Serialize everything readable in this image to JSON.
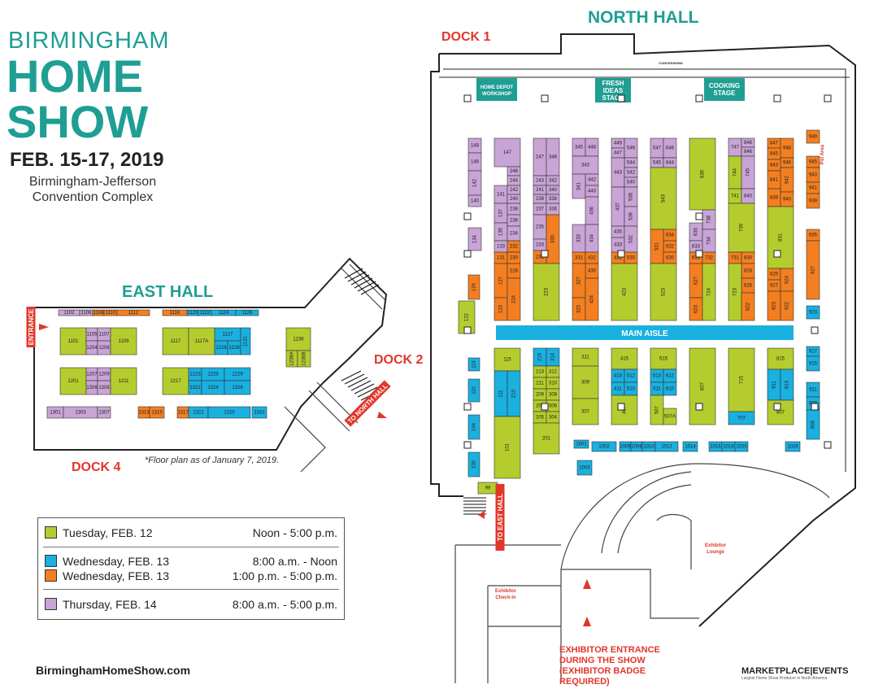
{
  "logo": {
    "line1": "BIRMINGHAM",
    "line2": "HOME",
    "line3": "SHOW"
  },
  "dates": "FEB. 15-17, 2019",
  "venue": {
    "line1": "Birmingham-Jefferson",
    "line2": "Convention Complex"
  },
  "website": "BirminghamHomeShow.com",
  "note": "*Floor plan as of January 7, 2019.",
  "halls": {
    "north": "NORTH HALL",
    "east": "EAST HALL"
  },
  "docks": {
    "d1": "DOCK 1",
    "d2": "DOCK 2",
    "d4": "DOCK 4"
  },
  "labels": {
    "entrance": "ENTRANCE",
    "to_north": "TO NORTH HALL",
    "to_east": "TO EAST HALL",
    "main_aisle": "MAIN AISLE",
    "home_depot": [
      "HOME DEPOT",
      "WORKSHOP"
    ],
    "fresh": [
      "FRESH",
      "IDEAS",
      "STAGE"
    ],
    "cooking": [
      "COOKING",
      "STAGE"
    ],
    "concessions": "CONCESSIONS",
    "pet_area": "Pet Area",
    "exhibitor_lounge": [
      "Exhibitor",
      "Lounge"
    ],
    "check_in": [
      "Exhibitor",
      "Check-in"
    ],
    "exhibitor_entrance": [
      "EXHIBITOR ENTRANCE",
      "DURING THE SHOW",
      "(EXHIBITOR BADGE",
      "REQUIRED)"
    ]
  },
  "legend": [
    {
      "color": "#b5cc2e",
      "day": "Tuesday, FEB. 12",
      "time": "Noon - 5:00 p.m."
    },
    {
      "color": "#1ab0e0",
      "day": "Wednesday, FEB. 13",
      "time": "8:00 a.m. - Noon"
    },
    {
      "color": "#f47f20",
      "day": "Wednesday, FEB. 13",
      "time": "1:00 p.m. - 5:00 p.m."
    },
    {
      "color": "#c9a4d6",
      "day": "Thursday, FEB. 14",
      "time": "8:00 a.m. - 5:00 p.m."
    }
  ],
  "marketplace": {
    "name": "MARKETPLACE|EVENTS",
    "tag": "Largest Home Show Producer in North America"
  },
  "colors": {
    "green": "#b5cc2e",
    "blue": "#1ab0e0",
    "orange": "#f47f20",
    "purple": "#c9a4d6",
    "teal": "#1f9e94",
    "red": "#e2362a"
  },
  "booths": [
    {
      "n": "1102",
      "c": "purple"
    },
    {
      "n": "1106",
      "c": "purple"
    },
    {
      "n": "1108",
      "c": "orange"
    },
    {
      "n": "1110",
      "c": "orange"
    },
    {
      "n": "1112",
      "c": "orange"
    },
    {
      "n": "1116",
      "c": "orange"
    },
    {
      "n": "1120",
      "c": "blue"
    },
    {
      "n": "1122",
      "c": "blue"
    },
    {
      "n": "1124",
      "c": "blue"
    },
    {
      "n": "1126",
      "c": "blue"
    },
    {
      "n": "1101",
      "c": "green"
    },
    {
      "n": "1105",
      "c": "purple"
    },
    {
      "n": "1107",
      "c": "purple"
    },
    {
      "n": "1204",
      "c": "purple"
    },
    {
      "n": "1206",
      "c": "purple"
    },
    {
      "n": "1109",
      "c": "green"
    },
    {
      "n": "1117",
      "c": "green"
    },
    {
      "n": "1117A",
      "c": "green"
    },
    {
      "n": "1127",
      "c": "blue"
    },
    {
      "n": "1226",
      "c": "blue"
    },
    {
      "n": "1228",
      "c": "blue"
    },
    {
      "n": "1131",
      "c": "blue"
    },
    {
      "n": "1236",
      "c": "green"
    },
    {
      "n": "1236A",
      "c": "green"
    },
    {
      "n": "1236B",
      "c": "green"
    },
    {
      "n": "1201",
      "c": "green"
    },
    {
      "n": "1207",
      "c": "purple"
    },
    {
      "n": "1209",
      "c": "purple"
    },
    {
      "n": "1306",
      "c": "purple"
    },
    {
      "n": "1308",
      "c": "purple"
    },
    {
      "n": "1211",
      "c": "green"
    },
    {
      "n": "1217",
      "c": "green"
    },
    {
      "n": "1223",
      "c": "blue"
    },
    {
      "n": "1225",
      "c": "blue"
    },
    {
      "n": "1229",
      "c": "blue"
    },
    {
      "n": "1322",
      "c": "blue"
    },
    {
      "n": "1324",
      "c": "blue"
    },
    {
      "n": "1328",
      "c": "blue"
    },
    {
      "n": "1301",
      "c": "purple"
    },
    {
      "n": "1303",
      "c": "purple"
    },
    {
      "n": "1307",
      "c": "purple"
    },
    {
      "n": "1313",
      "c": "orange"
    },
    {
      "n": "1315",
      "c": "orange"
    },
    {
      "n": "1317",
      "c": "orange"
    },
    {
      "n": "1321",
      "c": "blue"
    },
    {
      "n": "1325",
      "c": "blue"
    },
    {
      "n": "1331",
      "c": "blue"
    },
    {
      "n": "148",
      "c": "purple"
    },
    {
      "n": "146",
      "c": "purple"
    },
    {
      "n": "142",
      "c": "purple"
    },
    {
      "n": "140",
      "c": "purple"
    },
    {
      "n": "134",
      "c": "purple"
    },
    {
      "n": "124",
      "c": "orange"
    },
    {
      "n": "122",
      "c": "green"
    },
    {
      "n": "147",
      "c": "purple"
    },
    {
      "n": "246",
      "c": "purple"
    },
    {
      "n": "244",
      "c": "purple"
    },
    {
      "n": "141",
      "c": "purple"
    },
    {
      "n": "242",
      "c": "purple"
    },
    {
      "n": "240",
      "c": "purple"
    },
    {
      "n": "137",
      "c": "purple"
    },
    {
      "n": "238",
      "c": "purple"
    },
    {
      "n": "135",
      "c": "purple"
    },
    {
      "n": "236",
      "c": "purple"
    },
    {
      "n": "133",
      "c": "purple"
    },
    {
      "n": "234",
      "c": "purple"
    },
    {
      "n": "131",
      "c": "orange"
    },
    {
      "n": "232",
      "c": "orange"
    },
    {
      "n": "230",
      "c": "orange"
    },
    {
      "n": "127",
      "c": "orange"
    },
    {
      "n": "228",
      "c": "orange"
    },
    {
      "n": "123",
      "c": "orange"
    },
    {
      "n": "224",
      "c": "orange"
    },
    {
      "n": "247",
      "c": "purple"
    },
    {
      "n": "346",
      "c": "purple"
    },
    {
      "n": "243",
      "c": "purple"
    },
    {
      "n": "342",
      "c": "purple"
    },
    {
      "n": "241",
      "c": "purple"
    },
    {
      "n": "340",
      "c": "purple"
    },
    {
      "n": "239",
      "c": "purple"
    },
    {
      "n": "338",
      "c": "purple"
    },
    {
      "n": "237",
      "c": "purple"
    },
    {
      "n": "336",
      "c": "purple"
    },
    {
      "n": "235",
      "c": "purple"
    },
    {
      "n": "233",
      "c": "purple"
    },
    {
      "n": "231",
      "c": "orange"
    },
    {
      "n": "330",
      "c": "orange"
    },
    {
      "n": "223",
      "c": "green"
    },
    {
      "n": "345",
      "c": "purple"
    },
    {
      "n": "448",
      "c": "purple"
    },
    {
      "n": "343",
      "c": "purple"
    },
    {
      "n": "442",
      "c": "purple"
    },
    {
      "n": "341",
      "c": "purple"
    },
    {
      "n": "440",
      "c": "purple"
    },
    {
      "n": "436",
      "c": "purple"
    },
    {
      "n": "333",
      "c": "purple"
    },
    {
      "n": "434",
      "c": "purple"
    },
    {
      "n": "331",
      "c": "orange"
    },
    {
      "n": "432",
      "c": "orange"
    },
    {
      "n": "430",
      "c": "orange"
    },
    {
      "n": "327",
      "c": "orange"
    },
    {
      "n": "323",
      "c": "orange"
    },
    {
      "n": "424",
      "c": "orange"
    },
    {
      "n": "449",
      "c": "purple"
    },
    {
      "n": "447",
      "c": "purple"
    },
    {
      "n": "546",
      "c": "purple"
    },
    {
      "n": "544",
      "c": "purple"
    },
    {
      "n": "443",
      "c": "purple"
    },
    {
      "n": "542",
      "c": "purple"
    },
    {
      "n": "540",
      "c": "purple"
    },
    {
      "n": "437",
      "c": "purple"
    },
    {
      "n": "538",
      "c": "purple"
    },
    {
      "n": "536",
      "c": "purple"
    },
    {
      "n": "435",
      "c": "purple"
    },
    {
      "n": "433",
      "c": "purple"
    },
    {
      "n": "532",
      "c": "purple"
    },
    {
      "n": "431",
      "c": "orange"
    },
    {
      "n": "530",
      "c": "orange"
    },
    {
      "n": "423",
      "c": "green"
    },
    {
      "n": "547",
      "c": "purple"
    },
    {
      "n": "646",
      "c": "purple"
    },
    {
      "n": "545",
      "c": "purple"
    },
    {
      "n": "644",
      "c": "purple"
    },
    {
      "n": "543",
      "c": "green"
    },
    {
      "n": "634",
      "c": "orange"
    },
    {
      "n": "632",
      "c": "orange"
    },
    {
      "n": "531",
      "c": "orange"
    },
    {
      "n": "630",
      "c": "orange"
    },
    {
      "n": "523",
      "c": "green"
    },
    {
      "n": "639",
      "c": "green"
    },
    {
      "n": "738",
      "c": "purple"
    },
    {
      "n": "635",
      "c": "purple"
    },
    {
      "n": "633",
      "c": "purple"
    },
    {
      "n": "734",
      "c": "purple"
    },
    {
      "n": "631",
      "c": "orange"
    },
    {
      "n": "732",
      "c": "orange"
    },
    {
      "n": "627",
      "c": "orange"
    },
    {
      "n": "623",
      "c": "orange"
    },
    {
      "n": "724",
      "c": "green"
    },
    {
      "n": "747",
      "c": "purple"
    },
    {
      "n": "848",
      "c": "purple"
    },
    {
      "n": "846",
      "c": "purple"
    },
    {
      "n": "744",
      "c": "green"
    },
    {
      "n": "745",
      "c": "purple"
    },
    {
      "n": "741",
      "c": "green"
    },
    {
      "n": "840",
      "c": "purple"
    },
    {
      "n": "739",
      "c": "green"
    },
    {
      "n": "731",
      "c": "orange"
    },
    {
      "n": "830",
      "c": "orange"
    },
    {
      "n": "828",
      "c": "orange"
    },
    {
      "n": "826",
      "c": "orange"
    },
    {
      "n": "723",
      "c": "green"
    },
    {
      "n": "822",
      "c": "orange"
    },
    {
      "n": "847",
      "c": "orange"
    },
    {
      "n": "948",
      "c": "orange"
    },
    {
      "n": "845",
      "c": "orange"
    },
    {
      "n": "946",
      "c": "orange"
    },
    {
      "n": "843",
      "c": "orange"
    },
    {
      "n": "942",
      "c": "orange"
    },
    {
      "n": "841",
      "c": "orange"
    },
    {
      "n": "839",
      "c": "orange"
    },
    {
      "n": "940",
      "c": "orange"
    },
    {
      "n": "831",
      "c": "green"
    },
    {
      "n": "829",
      "c": "orange"
    },
    {
      "n": "827",
      "c": "orange"
    },
    {
      "n": "924",
      "c": "orange"
    },
    {
      "n": "823",
      "c": "orange"
    },
    {
      "n": "922",
      "c": "orange"
    },
    {
      "n": "949",
      "c": "orange"
    },
    {
      "n": "945",
      "c": "orange"
    },
    {
      "n": "943",
      "c": "orange"
    },
    {
      "n": "941",
      "c": "orange"
    },
    {
      "n": "939",
      "c": "orange"
    },
    {
      "n": "935",
      "c": "orange"
    },
    {
      "n": "927",
      "c": "orange"
    },
    {
      "n": "923",
      "c": "blue"
    },
    {
      "n": "114",
      "c": "blue"
    },
    {
      "n": "110",
      "c": "blue"
    },
    {
      "n": "104",
      "c": "blue"
    },
    {
      "n": "100",
      "c": "blue"
    },
    {
      "n": "99",
      "c": "green"
    },
    {
      "n": "115",
      "c": "green"
    },
    {
      "n": "111",
      "c": "blue"
    },
    {
      "n": "210",
      "c": "blue"
    },
    {
      "n": "101",
      "c": "green"
    },
    {
      "n": "215",
      "c": "blue"
    },
    {
      "n": "314",
      "c": "blue"
    },
    {
      "n": "213",
      "c": "green"
    },
    {
      "n": "312",
      "c": "green"
    },
    {
      "n": "211",
      "c": "green"
    },
    {
      "n": "310",
      "c": "green"
    },
    {
      "n": "209",
      "c": "green"
    },
    {
      "n": "308",
      "c": "green"
    },
    {
      "n": "207",
      "c": "green"
    },
    {
      "n": "306",
      "c": "green"
    },
    {
      "n": "205",
      "c": "green"
    },
    {
      "n": "304",
      "c": "green"
    },
    {
      "n": "201",
      "c": "green"
    },
    {
      "n": "311",
      "c": "green"
    },
    {
      "n": "309",
      "c": "green"
    },
    {
      "n": "307",
      "c": "green"
    },
    {
      "n": "415",
      "c": "green"
    },
    {
      "n": "413",
      "c": "blue"
    },
    {
      "n": "512",
      "c": "blue"
    },
    {
      "n": "411",
      "c": "blue"
    },
    {
      "n": "510",
      "c": "blue"
    },
    {
      "n": "407",
      "c": "green"
    },
    {
      "n": "515",
      "c": "green"
    },
    {
      "n": "513",
      "c": "blue"
    },
    {
      "n": "612",
      "c": "blue"
    },
    {
      "n": "511",
      "c": "blue"
    },
    {
      "n": "610",
      "c": "blue"
    },
    {
      "n": "507",
      "c": "green"
    },
    {
      "n": "507A",
      "c": "green"
    },
    {
      "n": "607",
      "c": "green"
    },
    {
      "n": "715",
      "c": "green"
    },
    {
      "n": "707",
      "c": "blue"
    },
    {
      "n": "815",
      "c": "green"
    },
    {
      "n": "811",
      "c": "blue"
    },
    {
      "n": "813",
      "c": "blue"
    },
    {
      "n": "807",
      "c": "green"
    },
    {
      "n": "917",
      "c": "blue"
    },
    {
      "n": "915",
      "c": "blue"
    },
    {
      "n": "911",
      "c": "blue"
    },
    {
      "n": "909",
      "c": "blue"
    },
    {
      "n": "905",
      "c": "blue"
    },
    {
      "n": "1001",
      "c": "blue"
    },
    {
      "n": "1002",
      "c": "blue"
    },
    {
      "n": "1006",
      "c": "blue"
    },
    {
      "n": "1008",
      "c": "blue"
    },
    {
      "n": "1010",
      "c": "blue"
    },
    {
      "n": "1012",
      "c": "blue"
    },
    {
      "n": "1014",
      "c": "blue"
    },
    {
      "n": "1016",
      "c": "blue"
    },
    {
      "n": "1018",
      "c": "blue"
    },
    {
      "n": "1020",
      "c": "blue"
    },
    {
      "n": "1028",
      "c": "blue"
    },
    {
      "n": "1003",
      "c": "blue"
    }
  ]
}
